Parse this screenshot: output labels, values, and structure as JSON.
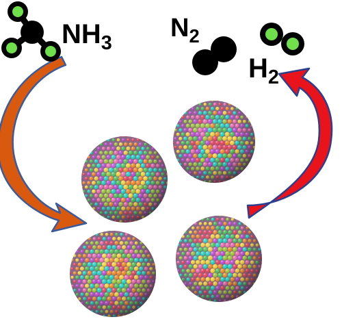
{
  "molecules": {
    "ammonia": {
      "label": "NH",
      "subscript": "3"
    },
    "nitrogen": {
      "label": "N",
      "subscript": "2"
    },
    "hydrogen": {
      "label": "H",
      "subscript": "2"
    }
  },
  "colors": {
    "hydrogen_atom": "#6fe04c",
    "nitrogen_atom": "#000000",
    "left_arrow": "#d9590f",
    "left_arrow_outline": "#3a5a9e",
    "right_arrow": "#e8131b",
    "right_arrow_outline": "#2b3f8f",
    "particle_palette": [
      "#e8455f",
      "#f28b2b",
      "#f4d23c",
      "#4cc35a",
      "#1fd6c4",
      "#c04ad6",
      "#f06ab2",
      "#a0c83a"
    ]
  },
  "icons": {
    "ammonia": "ammonia-molecule-icon",
    "nitrogen": "nitrogen-molecule-icon",
    "hydrogen": "hydrogen-molecule-icon",
    "catalyst": "high-entropy-alloy-nanoparticle"
  },
  "nanoparticle_count": 4
}
